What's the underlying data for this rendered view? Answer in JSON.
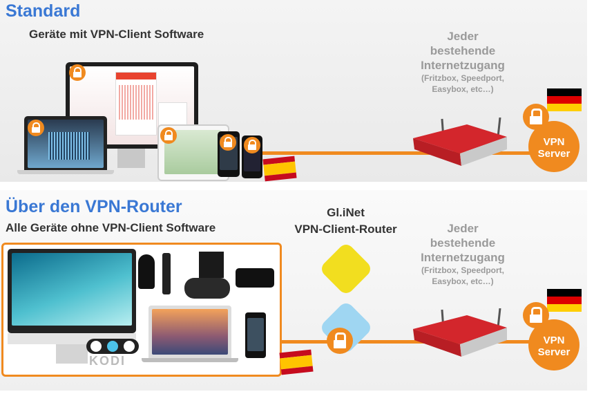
{
  "top": {
    "title": "Standard",
    "subtitle": "Geräte mit VPN-Client Software",
    "internet_lines": [
      "Jeder",
      "bestehende",
      "Internetzugang"
    ],
    "internet_small": [
      "(Fritzbox, Speedport,",
      "Easybox, etc…)"
    ],
    "vpn_lines": [
      "VPN",
      "Server"
    ]
  },
  "bottom": {
    "title": "Über den VPN-Router",
    "subtitle": "Alle Geräte ohne VPN-Client Software",
    "router_brand": "Gl.iNet",
    "router_label": "VPN-Client-Router",
    "internet_lines": [
      "Jeder",
      "bestehende",
      "Internetzugang"
    ],
    "internet_small": [
      "(Fritzbox, Speedport,",
      "Easybox, etc…)"
    ],
    "vpn_lines": [
      "VPN",
      "Server"
    ],
    "kodi_logo": "KODI"
  },
  "colors": {
    "accent": "#f08a1f",
    "title": "#3a78d4",
    "gray": "#9a9a9a"
  }
}
